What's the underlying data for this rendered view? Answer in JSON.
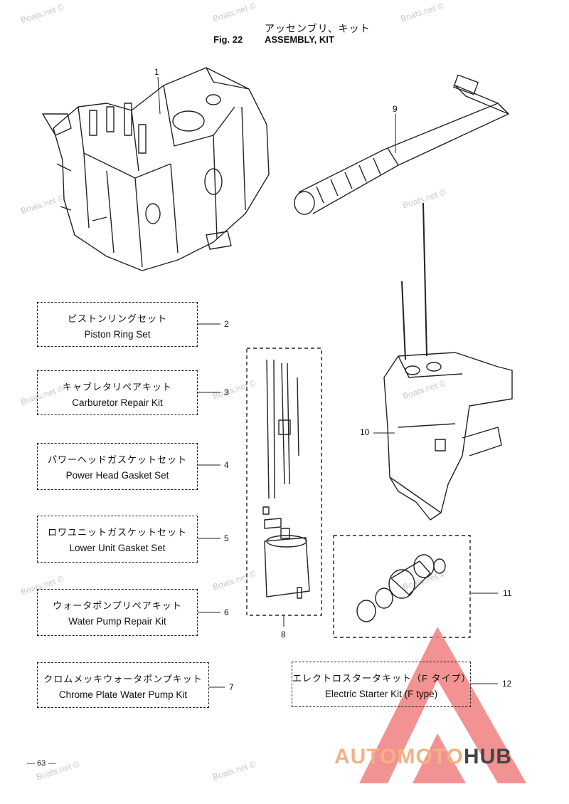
{
  "header": {
    "title_jp": "アッセンブリ、キット",
    "fig_label": "Fig. 22",
    "title_en": "ASSEMBLY, KIT"
  },
  "kits": [
    {
      "jp": "ピストンリングセット",
      "en": "Piston Ring Set",
      "callout": "2"
    },
    {
      "jp": "キャブレタリペアキット",
      "en": "Carburetor Repair Kit",
      "callout": "3"
    },
    {
      "jp": "パワーヘッドガスケットセット",
      "en": "Power Head Gasket Set",
      "callout": "4"
    },
    {
      "jp": "ロワユニットガスケットセット",
      "en": "Lower Unit Gasket Set",
      "callout": "5"
    },
    {
      "jp": "ウォータポンプリペアキット",
      "en": "Water Pump Repair Kit",
      "callout": "6"
    },
    {
      "jp": "クロムメッキウォータポンプキット",
      "en": "Chrome Plate Water  Pump Kit",
      "callout": "7"
    },
    {
      "jp": "エレクトロスタータキット（F タイプ）",
      "en": "Electric Starter Kit (F type)",
      "callout": "12"
    }
  ],
  "callouts": {
    "powerhead": "1",
    "shaft_kit": "8",
    "tiller": "9",
    "lower_unit": "10",
    "starter_parts": "11"
  },
  "page_number": "— 63 —",
  "watermark": "Boats.net ©",
  "brand": {
    "part1": "AUTOMOTO",
    "part2": "HUB",
    "accent": "#f4b183",
    "triangle": "#f08080"
  }
}
